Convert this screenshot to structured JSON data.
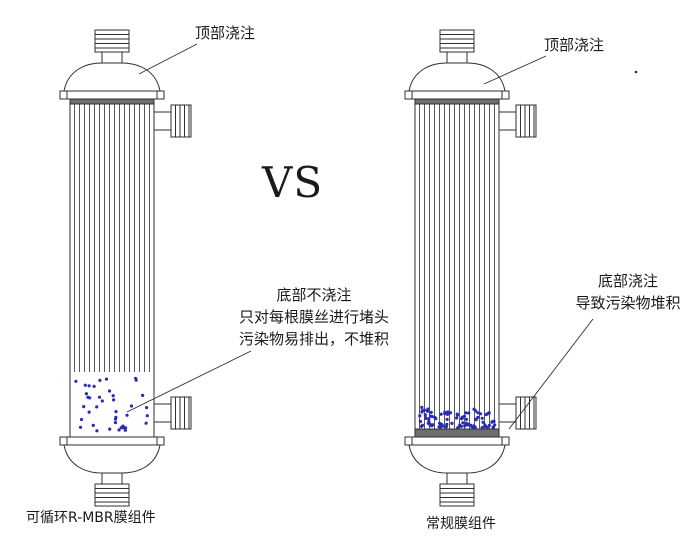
{
  "diagram": {
    "vs_label": "VS",
    "left_module": {
      "top_label": "顶部浇注",
      "annotation": [
        "底部不浇注",
        "只对每根膜丝进行堵头",
        "污染物易排出，不堆积"
      ],
      "caption": "可循环R-MBR膜组件"
    },
    "right_module": {
      "top_label": "顶部浇注",
      "annotation": [
        "底部浇注",
        "导致污染物堆积"
      ],
      "caption": "常规膜组件"
    },
    "colors": {
      "line": "#2f2f2f",
      "contaminant_dot": "#2a2ab8",
      "potting_band": "#6e6e6e"
    }
  }
}
